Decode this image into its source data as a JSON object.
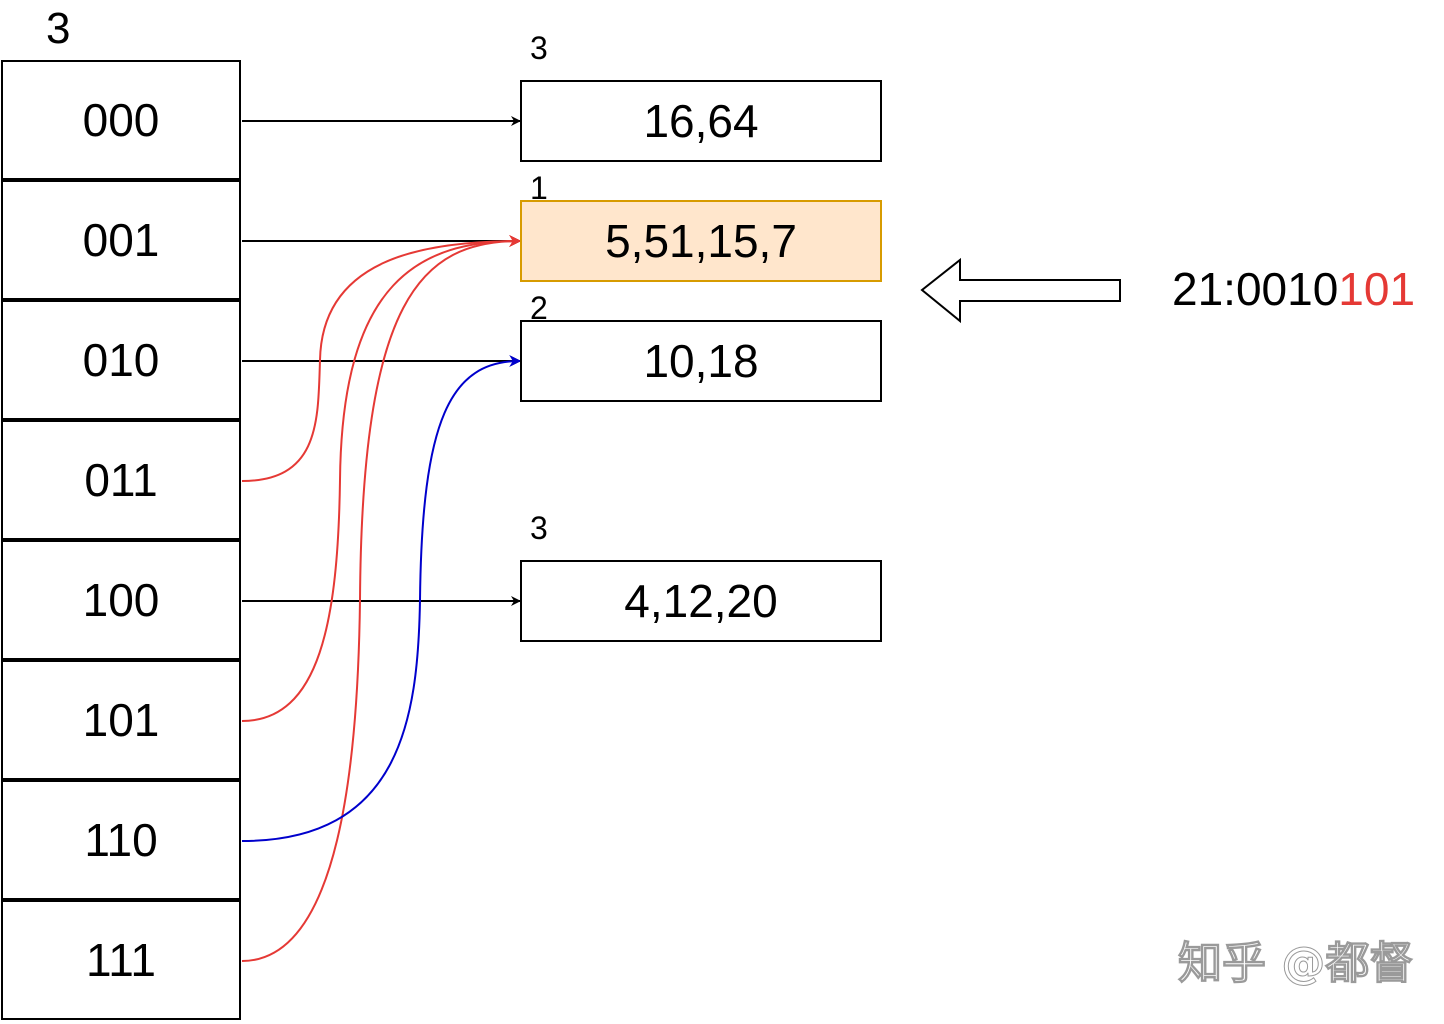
{
  "directory": {
    "global_depth": "3",
    "entries": [
      "000",
      "001",
      "010",
      "011",
      "100",
      "101",
      "110",
      "111"
    ]
  },
  "buckets": [
    {
      "local_depth": "3",
      "keys": "16,64"
    },
    {
      "local_depth": "1",
      "keys": "5,51,15,7"
    },
    {
      "local_depth": "2",
      "keys": "10,18"
    },
    {
      "local_depth": "3",
      "keys": "4,12,20"
    }
  ],
  "insert_key": {
    "prefix": "21:0010",
    "suffix": "101"
  },
  "watermark": "知乎 @都督",
  "colors": {
    "highlight_fill": "#ffe6cc",
    "highlight_border": "#d79b00",
    "red_link": "#e53935",
    "blue_link": "#0000cc",
    "black_link": "#000000"
  }
}
